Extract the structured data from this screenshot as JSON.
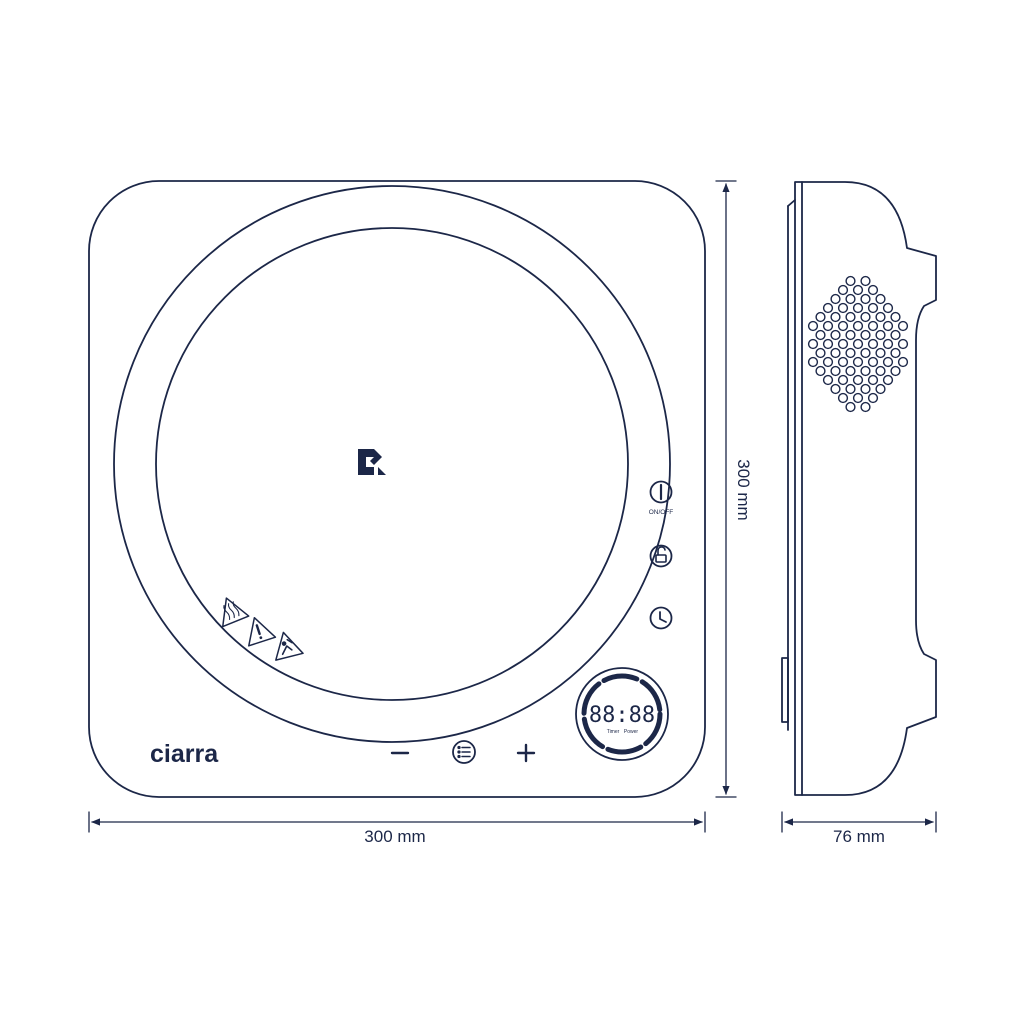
{
  "colors": {
    "line": "#1c2748",
    "background": "#ffffff"
  },
  "brand": {
    "logo_text": "ciarra"
  },
  "controls": {
    "power_label": "ON/OFF",
    "display_digits": "88:88",
    "timer_label": "Timer",
    "power_level_label": "Power"
  },
  "dimensions": {
    "width_label": "300 mm",
    "height_label": "300 mm",
    "depth_label": "76 mm"
  },
  "icons": [
    "brand-mark-icon",
    "power-icon",
    "unlock-icon",
    "clock-icon",
    "minus-icon",
    "menu-icon",
    "plus-icon",
    "hot-surface-warning-icon",
    "caution-warning-icon",
    "no-children-warning-icon",
    "vent-holes-icon"
  ]
}
